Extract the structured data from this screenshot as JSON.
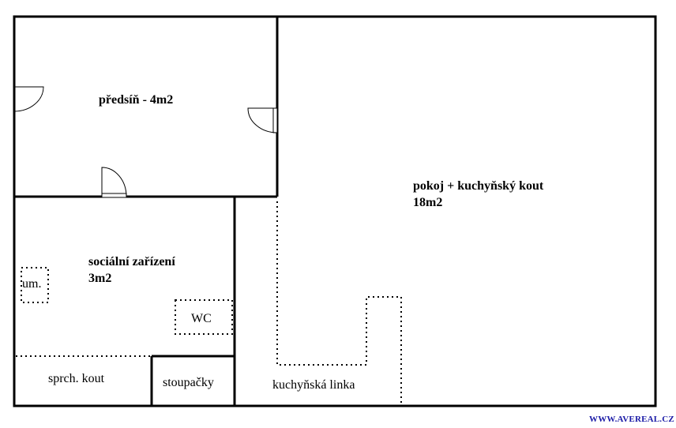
{
  "rooms": {
    "hall": "předsíň - 4m2",
    "living_line1": "pokoj + kuchyňský kout",
    "living_line2": "18m2",
    "bath_line1": "sociální zařízení",
    "bath_line2": "3m2",
    "shower": "sprch. kout",
    "risers": "stoupačky",
    "kitchen": "kuchyňská linka"
  },
  "fixtures": {
    "washbasin": "um.",
    "toilet": "WC"
  },
  "footer": {
    "website": "WWW.AVEREAL.CZ"
  },
  "colors": {
    "line": "#000000",
    "website": "#1a1aa6"
  }
}
